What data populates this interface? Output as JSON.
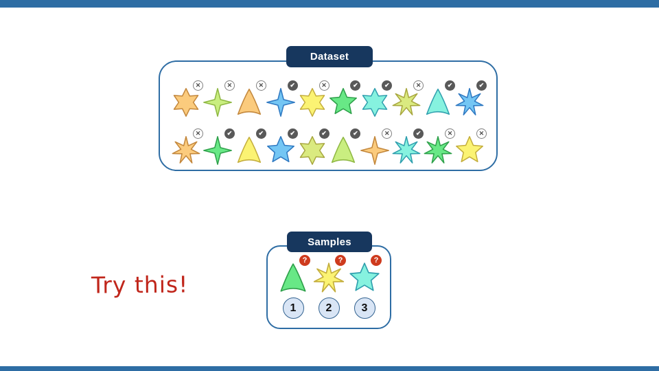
{
  "slide": {
    "accent_bar_color": "#2E6DA4",
    "background_color": "#FFFFFF"
  },
  "annotation": {
    "text": "Try this!",
    "color": "#C0261B"
  },
  "palette": {
    "orange": {
      "fill": "#FBCB7D",
      "stroke": "#C3873C"
    },
    "yellowgreen": {
      "fill": "#C9EE80",
      "stroke": "#8FB843"
    },
    "olive": {
      "fill": "#DAEA80",
      "stroke": "#A8A73F"
    },
    "yellow": {
      "fill": "#FBF373",
      "stroke": "#C4AE3D"
    },
    "green": {
      "fill": "#68E886",
      "stroke": "#2FA14B"
    },
    "cyan": {
      "fill": "#86F2DF",
      "stroke": "#2F9FAE"
    },
    "blue": {
      "fill": "#74C6F4",
      "stroke": "#2F79C2"
    }
  },
  "badges": {
    "x": {
      "glyph": "✕",
      "bg": "#FFFFFF",
      "border": "#808080",
      "color": "#4D4D4D"
    },
    "check": {
      "glyph": "✔",
      "bg": "#595959",
      "border": "#595959",
      "color": "#FFFFFF"
    },
    "question": {
      "glyph": "?",
      "bg": "#CE3B1E",
      "border": "#CE3B1E",
      "color": "#FFFFFF"
    }
  },
  "dataset_panel": {
    "title": "Dataset",
    "title_bg": "#17375E",
    "border_color": "#2E6DA4",
    "rows": [
      [
        {
          "shape": "star6",
          "color": "orange",
          "badge": "x"
        },
        {
          "shape": "star4",
          "color": "yellowgreen",
          "badge": "x"
        },
        {
          "shape": "triangle",
          "color": "orange",
          "badge": "x"
        },
        {
          "shape": "star4",
          "color": "blue",
          "badge": "check"
        },
        {
          "shape": "star6",
          "color": "yellow",
          "badge": "x"
        },
        {
          "shape": "star5",
          "color": "green",
          "badge": "check"
        },
        {
          "shape": "star6",
          "color": "cyan",
          "badge": "check"
        },
        {
          "shape": "star7",
          "color": "olive",
          "badge": "x"
        },
        {
          "shape": "triangle",
          "color": "cyan",
          "badge": "check"
        },
        {
          "shape": "star7",
          "color": "blue",
          "badge": "check"
        }
      ],
      [
        {
          "shape": "star7",
          "color": "orange",
          "badge": "x"
        },
        {
          "shape": "star4",
          "color": "green",
          "badge": "check"
        },
        {
          "shape": "triangle",
          "color": "yellow",
          "badge": "check"
        },
        {
          "shape": "star5",
          "color": "blue",
          "badge": "check"
        },
        {
          "shape": "star6",
          "color": "olive",
          "badge": "check"
        },
        {
          "shape": "triangle",
          "color": "yellowgreen",
          "badge": "check"
        },
        {
          "shape": "star4",
          "color": "orange",
          "badge": "x"
        },
        {
          "shape": "star7",
          "color": "cyan",
          "badge": "check"
        },
        {
          "shape": "star7",
          "color": "green",
          "badge": "x"
        },
        {
          "shape": "star5",
          "color": "yellow",
          "badge": "x"
        }
      ]
    ]
  },
  "samples_panel": {
    "title": "Samples",
    "title_bg": "#17375E",
    "border_color": "#2E6DA4",
    "number_circle": {
      "fill": "#D9E5F5",
      "border": "#31618F"
    },
    "items": [
      {
        "shape": "triangle",
        "color": "green",
        "badge": "question",
        "number": "1"
      },
      {
        "shape": "star7",
        "color": "yellow",
        "badge": "question",
        "number": "2"
      },
      {
        "shape": "star5",
        "color": "cyan",
        "badge": "question",
        "number": "3"
      }
    ]
  }
}
